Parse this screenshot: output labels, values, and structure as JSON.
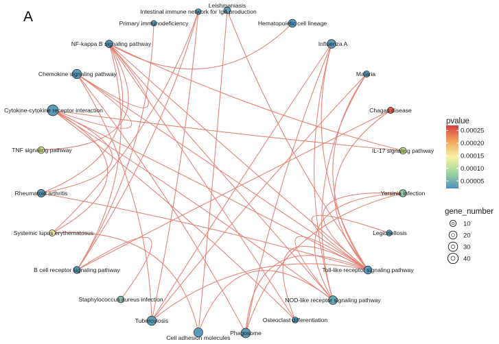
{
  "panel_label": "A",
  "nodes": [
    {
      "id": "intestinal",
      "label": "Intestinal immune network for IgA production",
      "pvalue": 3e-05,
      "gene_number": 8
    },
    {
      "id": "leish",
      "label": "Leishmaniasis",
      "pvalue": 3.5e-05,
      "gene_number": 13
    },
    {
      "id": "hemato",
      "label": "Hematopoietic cell lineage",
      "pvalue": 3e-05,
      "gene_number": 20
    },
    {
      "id": "influenza",
      "label": "Influenza A",
      "pvalue": 3e-05,
      "gene_number": 25
    },
    {
      "id": "malaria",
      "label": "Malaria",
      "pvalue": 3e-05,
      "gene_number": 10
    },
    {
      "id": "chagas",
      "label": "Chagas disease",
      "pvalue": 0.00025,
      "gene_number": 10
    },
    {
      "id": "il17",
      "label": "IL-17 signaling pathway",
      "pvalue": 0.00012,
      "gene_number": 12
    },
    {
      "id": "yersinia",
      "label": "Yersinia infection",
      "pvalue": 7e-05,
      "gene_number": 15
    },
    {
      "id": "legion",
      "label": "Legionellosis",
      "pvalue": 3e-05,
      "gene_number": 8
    },
    {
      "id": "tlr",
      "label": "Toll-like receptor signaling pathway",
      "pvalue": 3e-05,
      "gene_number": 20
    },
    {
      "id": "nod",
      "label": "NOD-like receptor signaling pathway",
      "pvalue": 4e-05,
      "gene_number": 25
    },
    {
      "id": "osteo",
      "label": "Osteoclast differentiation",
      "pvalue": 3e-05,
      "gene_number": 9
    },
    {
      "id": "phago",
      "label": "Phagosome",
      "pvalue": 3e-05,
      "gene_number": 32
    },
    {
      "id": "celladh",
      "label": "Cell adhesion molecules",
      "pvalue": 3e-05,
      "gene_number": 27
    },
    {
      "id": "tb",
      "label": "Tuberculosis",
      "pvalue": 3e-05,
      "gene_number": 30
    },
    {
      "id": "staph",
      "label": "Staphylococcus aureus infection",
      "pvalue": 6e-05,
      "gene_number": 12
    },
    {
      "id": "bcell",
      "label": "B cell receptor signaling pathway",
      "pvalue": 3e-05,
      "gene_number": 14
    },
    {
      "id": "sle",
      "label": "Systemic lupus erythematosus",
      "pvalue": 0.00014,
      "gene_number": 10
    },
    {
      "id": "ra",
      "label": "Rheumatoid arthritis",
      "pvalue": 3e-05,
      "gene_number": 18
    },
    {
      "id": "tnf",
      "label": "TNF signaling pathway",
      "pvalue": 0.00013,
      "gene_number": 12
    },
    {
      "id": "cytokine",
      "label": "Cytokine-cytokine receptor interaction",
      "pvalue": 3e-05,
      "gene_number": 45
    },
    {
      "id": "chemokine",
      "label": "Chemokine signaling pathway",
      "pvalue": 3e-05,
      "gene_number": 30
    },
    {
      "id": "nfkb",
      "label": "NF-kappa B signaling pathway",
      "pvalue": 3e-05,
      "gene_number": 16
    },
    {
      "id": "primary",
      "label": "Primary immunodeficiency",
      "pvalue": 3e-05,
      "gene_number": 7
    }
  ],
  "edges": [
    [
      "intestinal",
      "bcell"
    ],
    [
      "intestinal",
      "sle"
    ],
    [
      "intestinal",
      "tb"
    ],
    [
      "leish",
      "tlr"
    ],
    [
      "leish",
      "celladh"
    ],
    [
      "hemato",
      "nfkb"
    ],
    [
      "influenza",
      "tlr"
    ],
    [
      "influenza",
      "nod"
    ],
    [
      "influenza",
      "phago"
    ],
    [
      "influenza",
      "tb"
    ],
    [
      "malaria",
      "tlr"
    ],
    [
      "malaria",
      "tb"
    ],
    [
      "malaria",
      "nod"
    ],
    [
      "chagas",
      "tlr"
    ],
    [
      "chagas",
      "bcell"
    ],
    [
      "il17",
      "cytokine"
    ],
    [
      "il17",
      "nfkb"
    ],
    [
      "yersinia",
      "tlr"
    ],
    [
      "yersinia",
      "nod"
    ],
    [
      "yersinia",
      "phago"
    ],
    [
      "legion",
      "tlr"
    ],
    [
      "tlr",
      "nod"
    ],
    [
      "tlr",
      "phago"
    ],
    [
      "tlr",
      "osteo"
    ],
    [
      "tlr",
      "ra"
    ],
    [
      "tlr",
      "cytokine"
    ],
    [
      "tlr",
      "nfkb"
    ],
    [
      "tlr",
      "chemokine"
    ],
    [
      "nod",
      "celladh"
    ],
    [
      "nod",
      "cytokine"
    ],
    [
      "nod",
      "nfkb"
    ],
    [
      "osteo",
      "cytokine"
    ],
    [
      "osteo",
      "nfkb"
    ],
    [
      "phago",
      "chemokine"
    ],
    [
      "celladh",
      "sle"
    ],
    [
      "tb",
      "tlr"
    ],
    [
      "tb",
      "chemokine"
    ],
    [
      "staph",
      "bcell"
    ],
    [
      "bcell",
      "nfkb"
    ],
    [
      "sle",
      "cytokine"
    ],
    [
      "ra",
      "cytokine"
    ],
    [
      "ra",
      "nfkb"
    ],
    [
      "tnf",
      "nfkb"
    ],
    [
      "chemokine",
      "nfkb"
    ],
    [
      "chemokine",
      "cytokine"
    ],
    [
      "primary",
      "bcell"
    ]
  ],
  "legend": {
    "color_title": "pvalue",
    "color_ticks": [
      "0.00025",
      "0.00020",
      "0.00015",
      "0.00010",
      "0.00005"
    ],
    "color_tick_values": [
      0.00025,
      0.0002,
      0.00015,
      0.0001,
      5e-05
    ],
    "color_stops": [
      "#d73f43",
      "#f3a35c",
      "#f6f2a6",
      "#a1d69e",
      "#4f8fbf"
    ],
    "color_range": [
      2e-05,
      0.00027
    ],
    "size_title": "gene_number",
    "size_ticks": [
      "10",
      "20",
      "30",
      "40"
    ],
    "size_tick_values": [
      10,
      20,
      30,
      40
    ]
  }
}
